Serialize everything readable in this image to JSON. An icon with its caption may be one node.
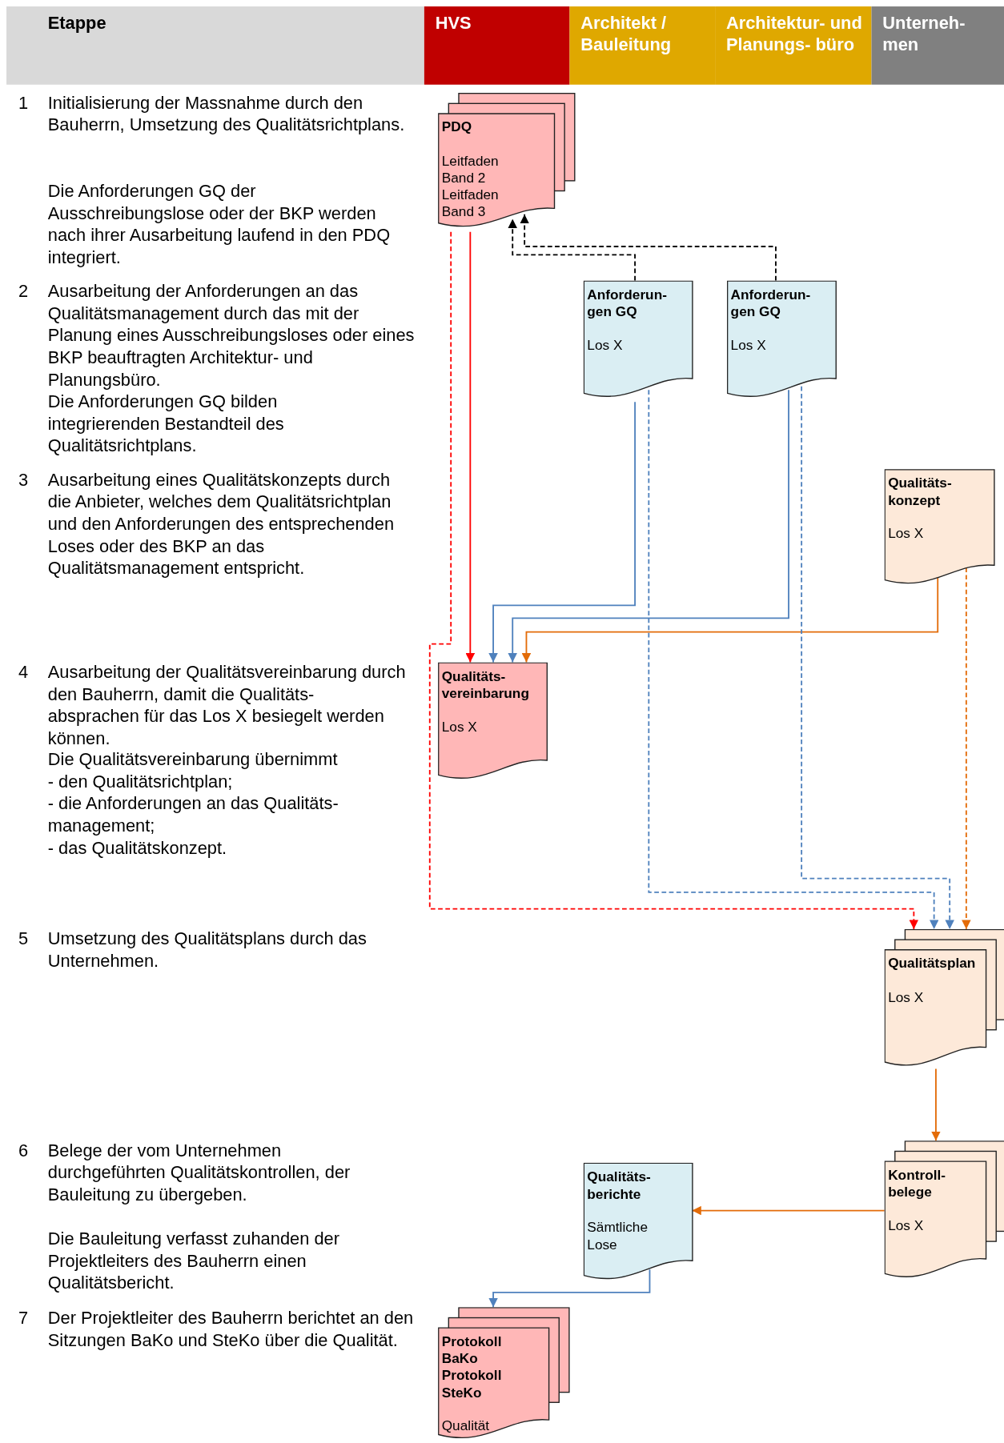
{
  "diagram": {
    "nodes": [
      {
        "text": [
          "PDQ",
          "Leitfaden Band 2",
          "Leitfaden Band 3"
        ]
      },
      {
        "text": [
          "Anforderun- gen GQ",
          "Los X"
        ]
      },
      {
        "text": [
          "Anforderun- gen GQ",
          "Los X"
        ]
      },
      {
        "text": [
          "Qualitäts- konzept",
          "Los X"
        ]
      },
      {
        "text": [
          "Qualitäts- vereinbarung",
          "Los X"
        ]
      },
      {
        "text": [
          "Qualitätsplan",
          "Los X"
        ]
      },
      {
        "text": [
          "Kontroll- belege",
          "Los X"
        ]
      },
      {
        "text": [
          "Qualitäts- berichte",
          "Sämtliche Lose"
        ]
      },
      {
        "text": [
          "Protokoll BaKo",
          "Protokoll SteKo",
          "Qualität"
        ]
      }
    ],
    "edges": [
      {
        "from": 1,
        "to": 0,
        "arrow": "to",
        "style": "dashed",
        "color": "#000000"
      },
      {
        "from": 2,
        "to": 0,
        "arrow": "to",
        "style": "dashed",
        "color": "#000000"
      },
      {
        "from": 0,
        "to": 4,
        "arrow": "to",
        "color": "#ff0000"
      },
      {
        "from": 0,
        "to": 5,
        "arrow": "to",
        "style": "dashed",
        "color": "#ff0000"
      },
      {
        "from": 1,
        "to": 4,
        "arrow": "to"
      },
      {
        "from": 2,
        "to": 4,
        "arrow": "to"
      },
      {
        "from": 3,
        "to": 4,
        "arrow": "to",
        "color": "#e36c09"
      },
      {
        "from": 1,
        "to": 5,
        "arrow": "to",
        "style": "dashed"
      },
      {
        "from": 2,
        "to": 5,
        "arrow": "to",
        "style": "dashed"
      },
      {
        "from": 3,
        "to": 5,
        "arrow": "to",
        "style": "dashed",
        "color": "#e36c09"
      },
      {
        "from": 5,
        "to": 6,
        "arrow": "to",
        "color": "#e36c09"
      },
      {
        "from": 6,
        "to": 7,
        "arrow": "to",
        "color": "#e36c09"
      },
      {
        "from": 7,
        "to": 8,
        "arrow": "to"
      }
    ],
    "labels": [
      "Etappe",
      "HVS",
      "Architekt / Bauleitung",
      "Architektur- und Planungs- büro",
      "Unterneh- men",
      "1",
      "Initialisierung der Massnahme durch den Bauherrn, Umsetzung des Qualitätsrichtplans.",
      "Die Anforderungen GQ der Ausschreibungslose oder der BKP werden nach ihrer Ausarbeitung laufend in den PDQ integriert.",
      "2",
      "Ausarbeitung der Anforderungen an das Qualitätsmanagement durch das mit der Planung eines Ausschreibungsloses oder eines BKP beauftragten Architektur- und Planungsbüro.",
      "Die Anforderungen GQ bilden integrierenden Bestandteil des Qualitätsrichtplans.",
      "3",
      "Ausarbeitung eines Qualitätskonzepts durch die Anbieter, welches dem Qualitätsrichtplan und den Anforderungen des entsprechenden Loses oder des BKP an das Qualitätsmanagement entspricht.",
      "4",
      "Ausarbeitung der Qualitätsvereinbarung durch den Bauherrn, damit die Qualitäts- absprachen für das Los X besiegelt werden können.",
      "Die Qualitätsvereinbarung übernimmt",
      "- den Qualitätsrichtplan;",
      "- die Anforderungen an das Qualitäts- management;",
      "- das Qualitätskonzept.",
      "5",
      "Umsetzung des Qualitätsplans durch das Unternehmen.",
      "6",
      "Belege der vom Unternehmen durchgeführten Qualitätskontrollen, der Bauleitung zu übergeben.",
      "Die Bauleitung verfasst zuhanden der Projektleiters des Bauherrn einen Qualitätsbericht.",
      "7",
      "Der Projektleiter des Bauherrn berichtet an den Sitzungen BaKo und SteKo über die Qualität."
    ]
  }
}
